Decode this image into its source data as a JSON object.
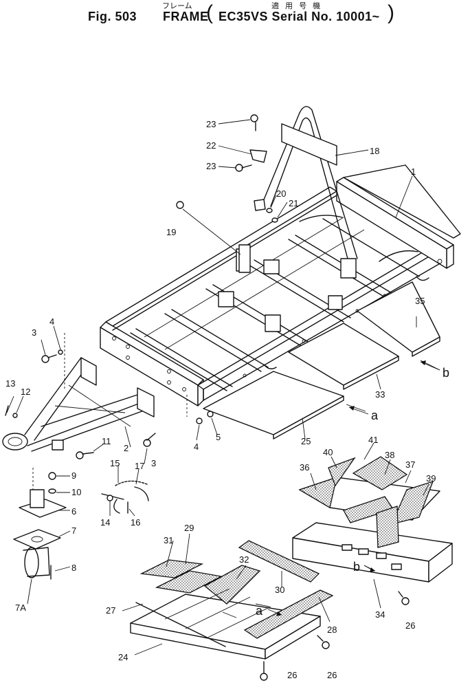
{
  "header": {
    "fig_label": "Fig. 503",
    "title": "FRAME",
    "title_katakana": "フレーム",
    "applicable_label": "適 用 号 機",
    "serial_text": "EC35VS Serial No. 10001~",
    "paren_left": "(",
    "paren_right": ")"
  },
  "callouts": [
    {
      "id": "c1",
      "text": "1"
    },
    {
      "id": "c2",
      "text": "2"
    },
    {
      "id": "c3a",
      "text": "3"
    },
    {
      "id": "c3b",
      "text": "3"
    },
    {
      "id": "c4a",
      "text": "4"
    },
    {
      "id": "c4b",
      "text": "4"
    },
    {
      "id": "c5",
      "text": "5"
    },
    {
      "id": "c6",
      "text": "6"
    },
    {
      "id": "c7",
      "text": "7"
    },
    {
      "id": "c7A",
      "text": "7A"
    },
    {
      "id": "c8",
      "text": "8"
    },
    {
      "id": "c9",
      "text": "9"
    },
    {
      "id": "c10",
      "text": "10"
    },
    {
      "id": "c11",
      "text": "11"
    },
    {
      "id": "c12",
      "text": "12"
    },
    {
      "id": "c13",
      "text": "13"
    },
    {
      "id": "c14",
      "text": "14"
    },
    {
      "id": "c15",
      "text": "15"
    },
    {
      "id": "c16",
      "text": "16"
    },
    {
      "id": "c17",
      "text": "17"
    },
    {
      "id": "c18",
      "text": "18"
    },
    {
      "id": "c19",
      "text": "19"
    },
    {
      "id": "c20",
      "text": "20"
    },
    {
      "id": "c21",
      "text": "21"
    },
    {
      "id": "c22",
      "text": "22"
    },
    {
      "id": "c23a",
      "text": "23"
    },
    {
      "id": "c23b",
      "text": "23"
    },
    {
      "id": "c24",
      "text": "24"
    },
    {
      "id": "c25",
      "text": "25"
    },
    {
      "id": "c26a",
      "text": "26"
    },
    {
      "id": "c26b",
      "text": "26"
    },
    {
      "id": "c26c",
      "text": "26"
    },
    {
      "id": "c27",
      "text": "27"
    },
    {
      "id": "c28",
      "text": "28"
    },
    {
      "id": "c29",
      "text": "29"
    },
    {
      "id": "c30",
      "text": "30"
    },
    {
      "id": "c31",
      "text": "31"
    },
    {
      "id": "c32",
      "text": "32"
    },
    {
      "id": "c33",
      "text": "33"
    },
    {
      "id": "c34",
      "text": "34"
    },
    {
      "id": "c35",
      "text": "35"
    },
    {
      "id": "c36",
      "text": "36"
    },
    {
      "id": "c37",
      "text": "37"
    },
    {
      "id": "c38",
      "text": "38"
    },
    {
      "id": "c39",
      "text": "39"
    },
    {
      "id": "c40",
      "text": "40"
    },
    {
      "id": "c41",
      "text": "41"
    }
  ],
  "reference_marks": [
    {
      "id": "ra1",
      "text": "a"
    },
    {
      "id": "ra2",
      "text": "a"
    },
    {
      "id": "rb1",
      "text": "b"
    },
    {
      "id": "rb2",
      "text": "b"
    }
  ]
}
